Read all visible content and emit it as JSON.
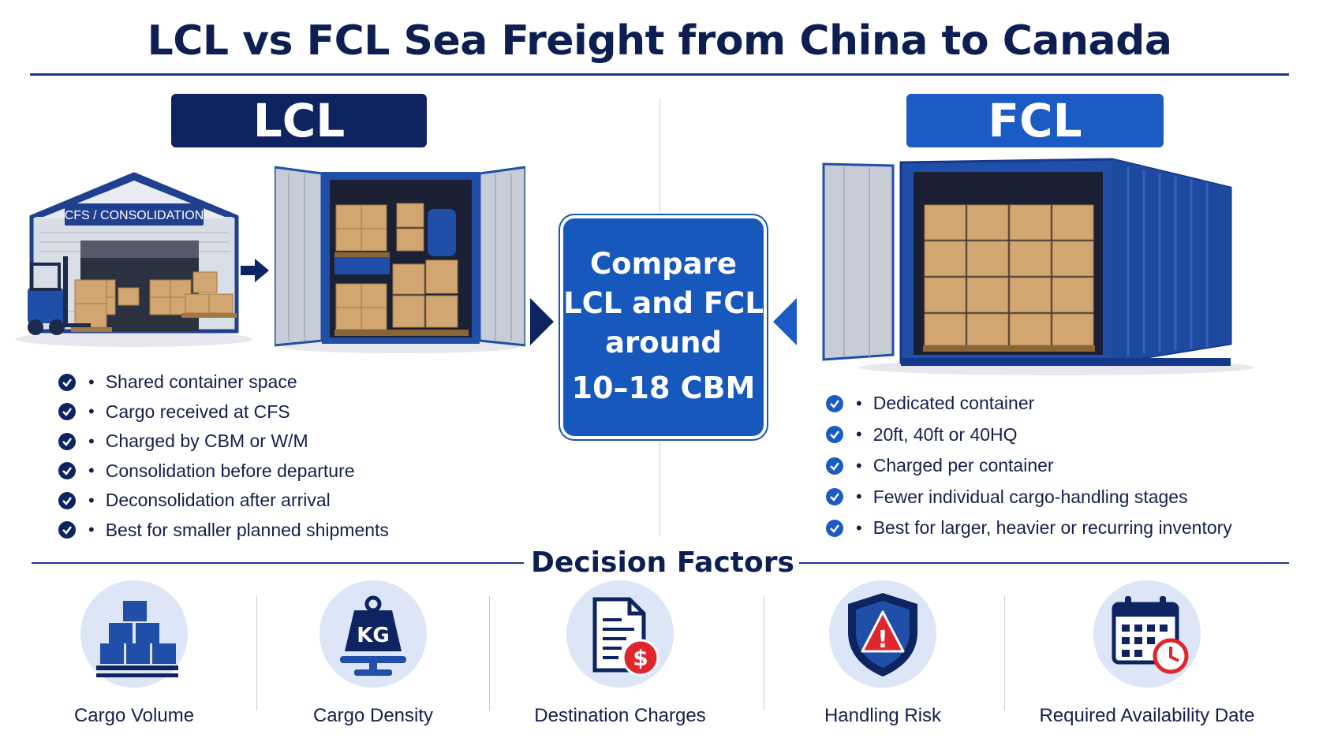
{
  "title": "LCL vs FCL Sea Freight from China to Canada",
  "lcl": {
    "badge": "LCL",
    "warehouse_sign": "CFS / CONSOLIDATION",
    "features": [
      "Shared container space",
      "Cargo received at CFS",
      "Charged by CBM or W/M",
      "Consolidation before departure",
      "Deconsolidation after arrival",
      "Best for smaller planned shipments"
    ]
  },
  "fcl": {
    "badge": "FCL",
    "features": [
      "Dedicated container",
      "20ft, 40ft or 40HQ",
      "Charged per container",
      "Fewer individual cargo-handling stages",
      "Best for larger, heavier or recurring inventory"
    ]
  },
  "center": {
    "line1": "Compare",
    "line2": "LCL and FCL",
    "line3": "around",
    "line4": "10–18 CBM"
  },
  "decision": {
    "title": "Decision Factors",
    "factors": [
      {
        "label": "Cargo Volume",
        "icon": "pallet-boxes-icon"
      },
      {
        "label": "Cargo Density",
        "icon": "kg-weight-icon"
      },
      {
        "label": "Destination Charges",
        "icon": "invoice-dollar-icon"
      },
      {
        "label": "Handling Risk",
        "icon": "shield-warning-icon"
      },
      {
        "label": "Required Availability Date",
        "icon": "calendar-clock-icon"
      }
    ],
    "kg_text": "KG",
    "dollar_text": "$",
    "warning_text": "!"
  },
  "colors": {
    "navy": "#0d2461",
    "blue": "#1a5bc4",
    "container_blue": "#1f4fa8",
    "box_tan": "#d2a671",
    "alert_red": "#e0262b"
  }
}
